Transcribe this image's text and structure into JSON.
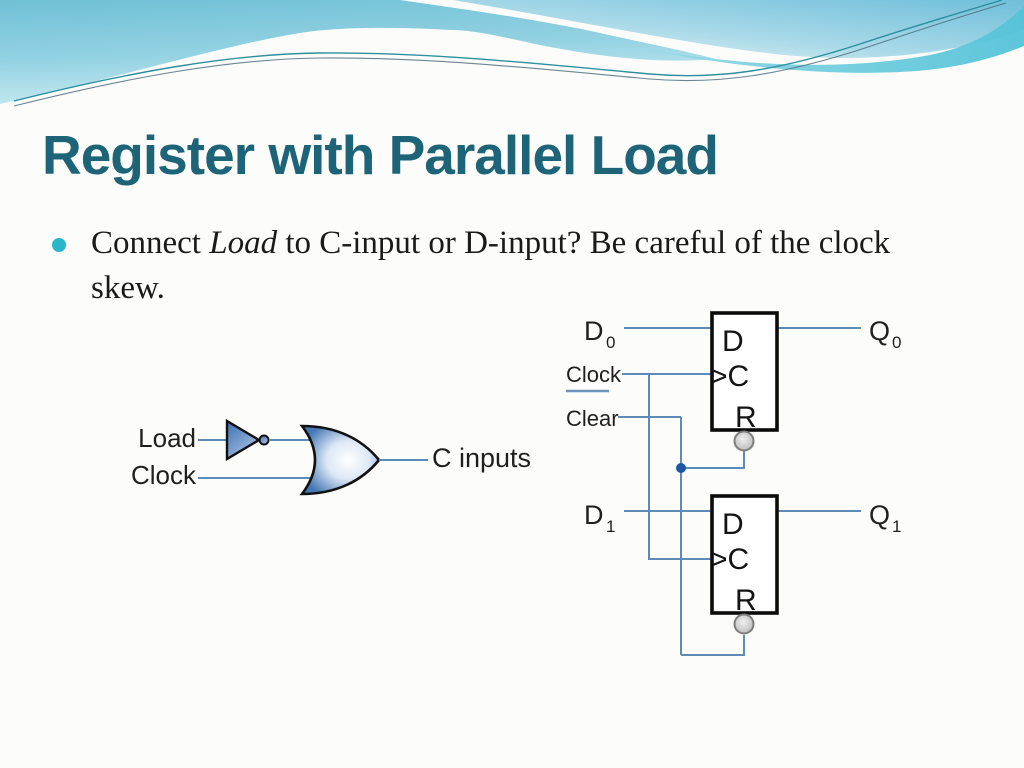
{
  "slide": {
    "title": "Register with Parallel Load",
    "bullet": {
      "before": "Connect ",
      "italic_word": "Load",
      "after": " to C-input or D-input? Be careful of the clock skew."
    }
  },
  "gating_circuit": {
    "load_label": "Load",
    "clock_label": "Clock",
    "output_label": "C inputs"
  },
  "register_circuit": {
    "clock_label": "Clock",
    "clear_label": "Clear",
    "d0_base": "D",
    "d0_sub": "0",
    "q0_base": "Q",
    "q0_sub": "0",
    "d1_base": "D",
    "d1_sub": "1",
    "q1_base": "Q",
    "q1_sub": "1",
    "ff_d_label": "D",
    "ff_clock_label": ">C",
    "ff_reset_label": "R"
  },
  "colors": {
    "title_text": "#1d6478",
    "bullet_accent": "#27b7c9",
    "wire": "#5e8ab8",
    "header_band": "#6fc2d6",
    "gate_fill_edge": "#4477b5"
  }
}
